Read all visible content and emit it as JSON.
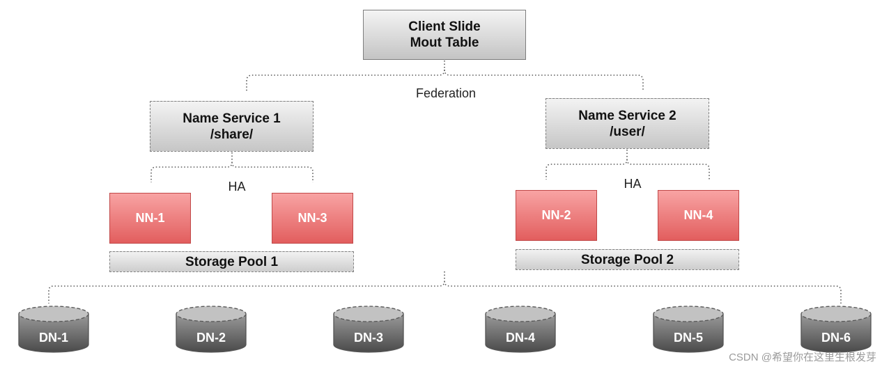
{
  "diagram": {
    "client": {
      "line1": "Client Slide",
      "line2": "Mout Table"
    },
    "federation_label": "Federation",
    "name_services": [
      {
        "title": "Name Service 1",
        "path": "/share/",
        "ha_label": "HA",
        "namenodes": [
          "NN-1",
          "NN-3"
        ],
        "storage_pool": "Storage Pool 1"
      },
      {
        "title": "Name Service 2",
        "path": "/user/",
        "ha_label": "HA",
        "namenodes": [
          "NN-2",
          "NN-4"
        ],
        "storage_pool": "Storage Pool 2"
      }
    ],
    "datanodes": [
      "DN-1",
      "DN-2",
      "DN-3",
      "DN-4",
      "DN-5",
      "DN-6"
    ]
  },
  "watermark": "CSDN @希望你在这里生根发芽",
  "colors": {
    "namenode_fill": "#e86a6a",
    "namenode_border": "#c04848",
    "box_gray": "#d6d6d6",
    "disk_gray": "#6a6a6a",
    "connector": "#555555"
  }
}
